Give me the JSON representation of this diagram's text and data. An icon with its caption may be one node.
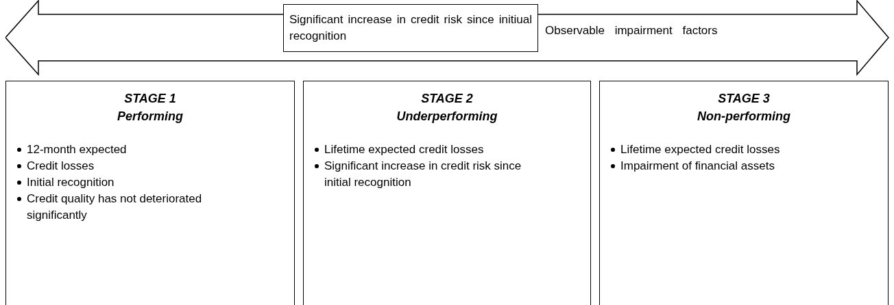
{
  "diagram": {
    "nodes": [
      {
        "text": [
          "Observable impairment factors"
        ]
      },
      {
        "text": [
          "Significant increase in credit risk since initiual recognition"
        ],
        "in": 0
      },
      {
        "text": [
          "STAGE 1",
          "Performing",
          "12-month expected",
          "Credit losses",
          "Initial recognition",
          "Credit quality has not deteriorated significantly"
        ]
      },
      {
        "text": [
          "STAGE 2",
          "Underperforming",
          "Lifetime expected credit losses",
          "Significant increase in credit risk since initial recognition"
        ]
      },
      {
        "text": [
          "STAGE 3",
          "Non-performing",
          "Lifetime expected credit losses",
          "Impairment of financial assets"
        ]
      }
    ]
  }
}
